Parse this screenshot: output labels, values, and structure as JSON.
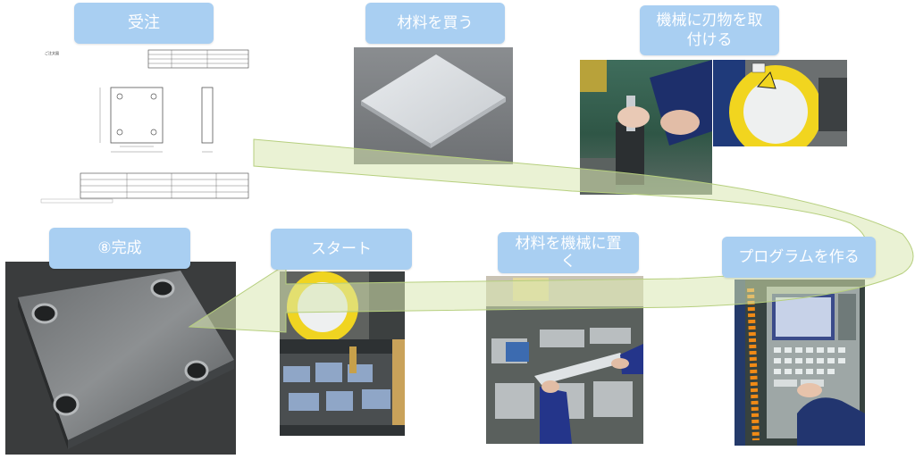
{
  "steps": [
    {
      "num": "",
      "label": "受注"
    },
    {
      "num": "",
      "label": "材料を買う"
    },
    {
      "num": "",
      "label": "機械に刃物を取付ける"
    },
    {
      "num": "",
      "label": "プログラムを作る"
    },
    {
      "num": "",
      "label": "材料を機械に置く"
    },
    {
      "num": "",
      "label": "スタート"
    },
    {
      "num": "⑧",
      "label": "完成"
    }
  ],
  "colors": {
    "label_bg": "#a9cff2",
    "arrow_fill": "#d8e8b0",
    "arrow_stroke": "#b6cf7e"
  }
}
